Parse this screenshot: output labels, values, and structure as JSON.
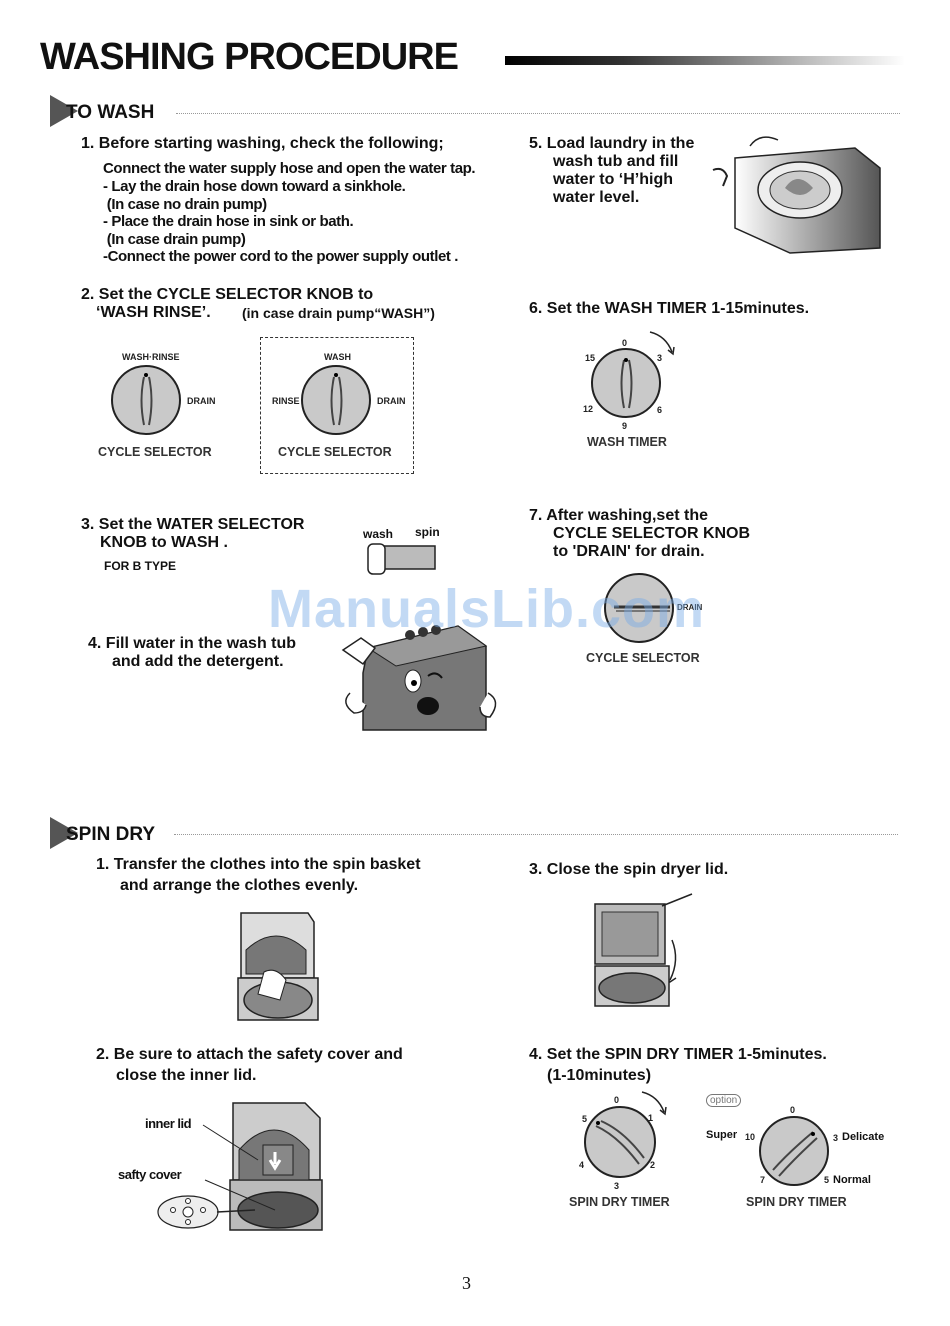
{
  "page_title": "WASHING PROCEDURE",
  "page_number": "3",
  "watermark": "ManualsLib.com",
  "to_wash": {
    "heading": "TO WASH",
    "step1": {
      "title": "1. Before starting washing, check the following;",
      "lines": [
        "Connect the water supply hose and open the water tap.",
        "- Lay  the drain hose down toward a sinkhole.",
        " (In case no drain pump)",
        "- Place the drain hose in sink or bath.",
        " (In case drain pump)",
        "-Connect the power cord to the power supply  outlet ."
      ]
    },
    "step2": {
      "line1": "2. Set the CYCLE SELECTOR KNOB   to",
      "line2_a": "‘WASH    RINSE’.",
      "line2_b": "(in case drain pump“WASH”)",
      "knob1": {
        "top": "WASH·RINSE",
        "right": "DRAIN",
        "caption": "CYCLE SELECTOR"
      },
      "knob2": {
        "top": "WASH",
        "left": "RINSE",
        "right": "DRAIN",
        "caption": "CYCLE SELECTOR"
      }
    },
    "step3": {
      "line1": "3. Set the WATER SELECTOR",
      "line2": "KNOB   to WASH .",
      "note": "FOR B TYPE",
      "switch_left": "wash",
      "switch_right": "spin"
    },
    "step4": {
      "line1": "4. Fill water in the wash tub",
      "line2": "and add the detergent."
    },
    "step5": {
      "lines": [
        "5. Load laundry in the",
        "wash tub and fill",
        "water to ‘H’high",
        "water level."
      ]
    },
    "step6": {
      "title": "6. Set the  WASH TIMER 1-15minutes.",
      "ticks": [
        "0",
        "3",
        "6",
        "9",
        "12",
        "15"
      ],
      "caption": "WASH TIMER"
    },
    "step7": {
      "lines": [
        "7. After washing,set the",
        "CYCLE SELECTOR KNOB",
        "to  'DRAIN' for drain."
      ],
      "knob_label": "DRAIN",
      "caption": "CYCLE SELECTOR"
    }
  },
  "spin_dry": {
    "heading": "SPIN DRY",
    "step1": {
      "line1": "1. Transfer the clothes into the spin basket",
      "line2": "and arrange the clothes evenly."
    },
    "step2": {
      "line1": "2. Be sure to attach the safety cover and",
      "line2": "close the inner lid.",
      "label_inner_lid": "inner lid",
      "label_safety_cover": "safty cover"
    },
    "step3": {
      "title": "3. Close the spin dryer lid."
    },
    "step4": {
      "line1": "4. Set the SPIN DRY TIMER 1-5minutes.",
      "line2": "(1-10minutes)",
      "option_badge": "option",
      "timer1": {
        "ticks": [
          "0",
          "1",
          "2",
          "3",
          "4",
          "5"
        ],
        "caption": "SPIN DRY TIMER"
      },
      "timer2": {
        "ticks": [
          "0",
          "3",
          "5",
          "7",
          "10"
        ],
        "labels": [
          "Super",
          "Delicate",
          "Normal"
        ],
        "caption": "SPIN DRY TIMER"
      }
    }
  },
  "colors": {
    "text": "#111111",
    "knob": "#c9c9c9",
    "rule": "#999999",
    "watermark": "#78aae6"
  }
}
